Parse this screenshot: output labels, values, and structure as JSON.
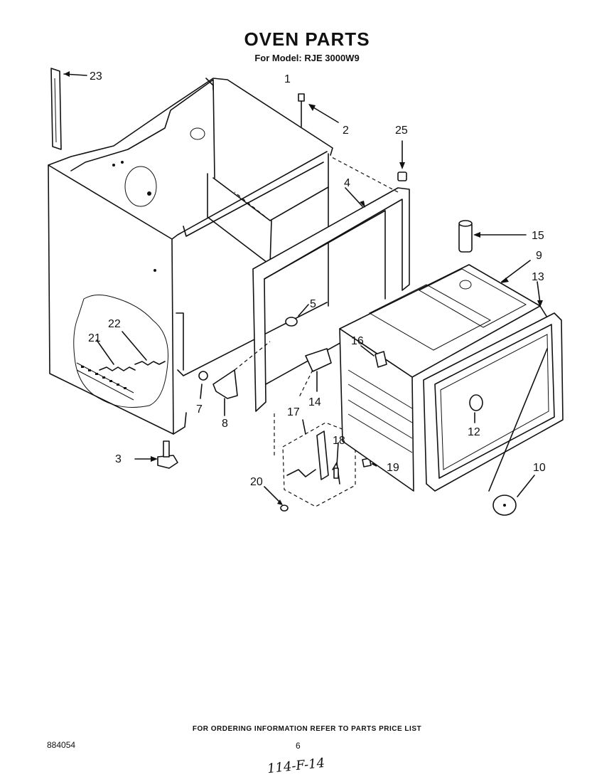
{
  "header": {
    "title": "OVEN PARTS",
    "subtitle": "For Model: RJE 3000W9"
  },
  "callouts": [
    "1",
    "2",
    "3",
    "4",
    "5",
    "7",
    "8",
    "9",
    "10",
    "12",
    "13",
    "14",
    "15",
    "16",
    "17",
    "18",
    "19",
    "20",
    "21",
    "22",
    "23",
    "25"
  ],
  "footer": {
    "ordering_note": "FOR ORDERING INFORMATION REFER TO PARTS PRICE LIST",
    "doc_number": "884054",
    "page_number": "6",
    "handwritten_note": "114-F-14"
  }
}
